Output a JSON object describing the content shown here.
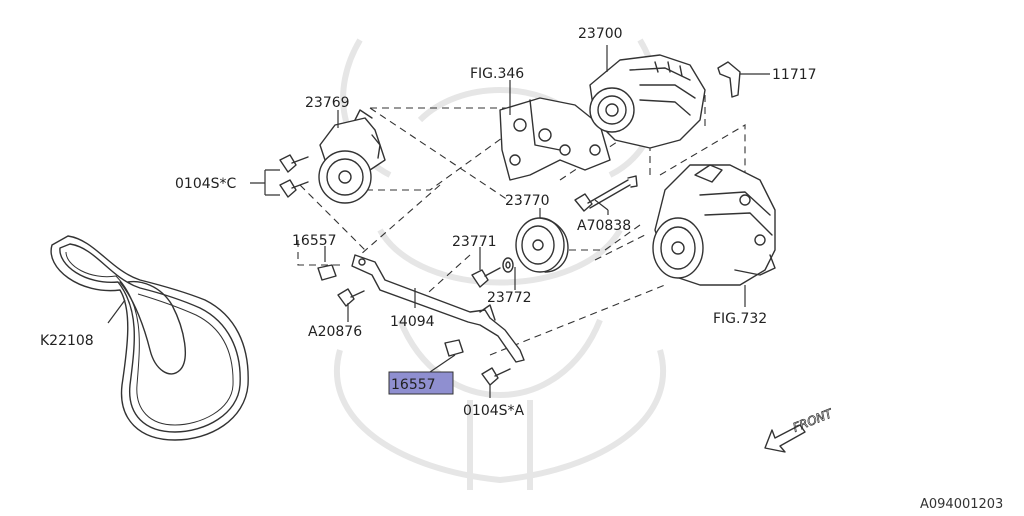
{
  "diagram": {
    "labels": {
      "p23700": "23700",
      "fig346": "FIG.346",
      "p11717": "11717",
      "p23769": "23769",
      "p0104sc": "0104S*C",
      "p23770": "23770",
      "pA70838": "A70838",
      "p16557_top": "16557",
      "p23771": "23771",
      "p23772": "23772",
      "pK22108": "K22108",
      "pA20876": "A20876",
      "p14094": "14094",
      "fig732": "FIG.732",
      "p16557_hl": "16557",
      "p0104sa": "0104S*A",
      "front": "FRONT"
    },
    "highlighted_part": "16557",
    "highlight_color": "#8f8fd0",
    "diagram_code": "A094001203"
  }
}
